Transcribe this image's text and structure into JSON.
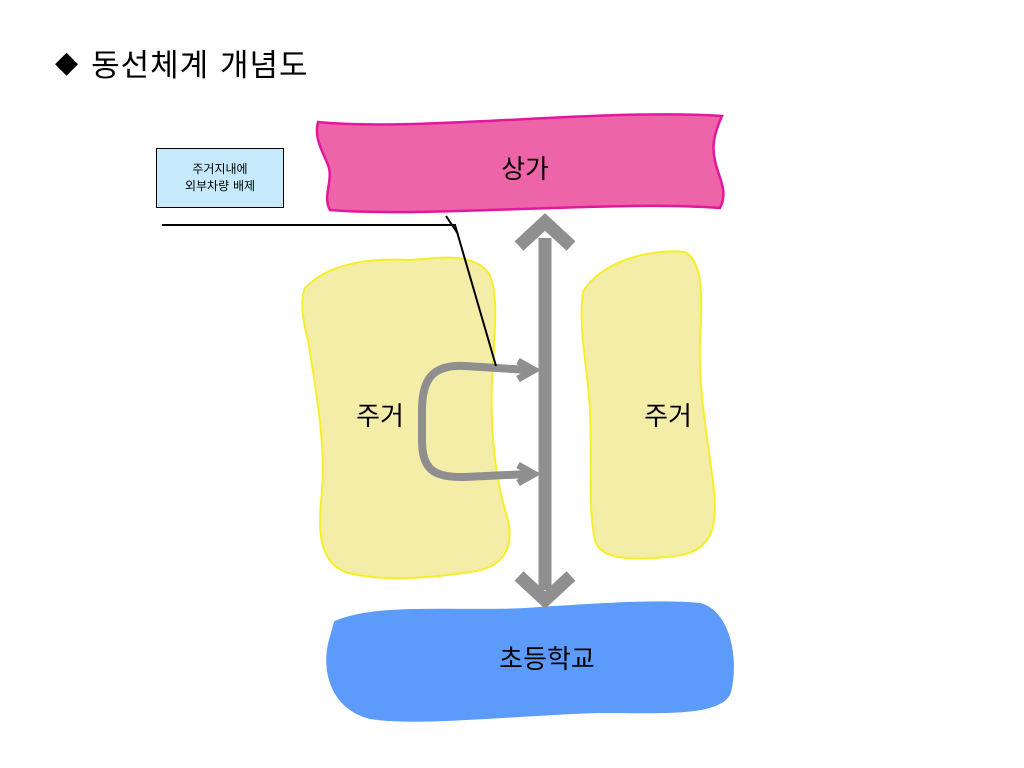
{
  "title": {
    "bullet_icon": "diamond-icon",
    "text": "동선체계 개념도"
  },
  "note": {
    "line1": "주거지내에",
    "line2": "외부차량 배제"
  },
  "nodes": {
    "commercial": {
      "label": "상가",
      "fill": "#ee64a8",
      "stroke": "#e3179b"
    },
    "housing_left": {
      "label": "주거",
      "fill": "#f3eda8",
      "stroke": "#f5ef2a"
    },
    "housing_right": {
      "label": "주거",
      "fill": "#f3eda8",
      "stroke": "#f5ef2a"
    },
    "school": {
      "label": "초등학교",
      "fill": "#5d9bfa",
      "stroke": "#5d9bfa"
    }
  },
  "colors": {
    "arrow": "#8f8f8f",
    "leader_line": "#000000",
    "note_fill": "#c6eafb"
  }
}
